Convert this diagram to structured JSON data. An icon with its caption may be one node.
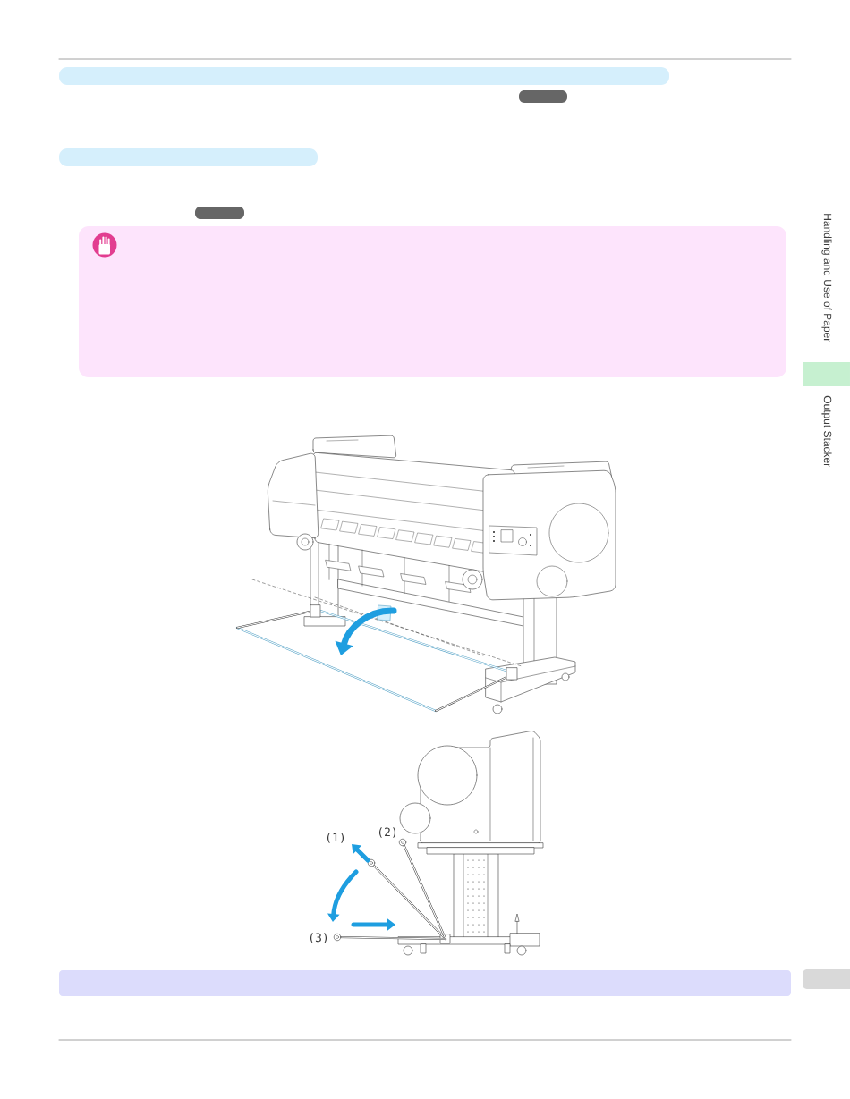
{
  "diagram": {
    "nodes": [
      {
        "text": [],
        "shape": "bar"
      },
      {
        "text": [],
        "shape": "bar"
      },
      {
        "text": [],
        "shape": "bar"
      }
    ],
    "labels": [
      "Handling and Use of Paper",
      "Output Stacker",
      "(1)",
      "(2)",
      "(3)"
    ]
  }
}
